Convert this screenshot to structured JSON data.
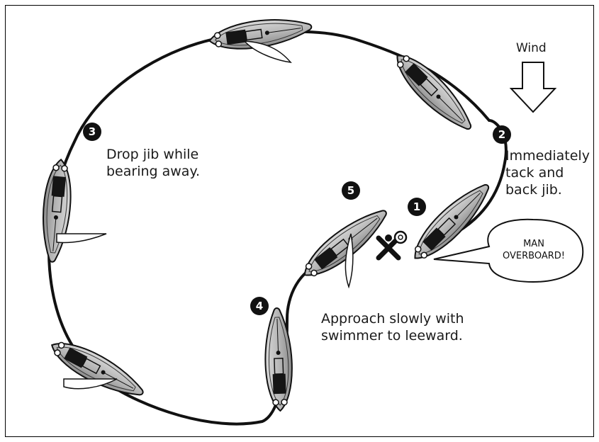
{
  "wind_label": "Wind",
  "steps": [
    {
      "number": "1",
      "text": ""
    },
    {
      "number": "2",
      "text": "Immediately\ntack and\nback jib."
    },
    {
      "number": "3",
      "text": "Drop jib while\nbearing away."
    },
    {
      "number": "4",
      "text": "Approach slowly with\nswimmer to leeward."
    },
    {
      "number": "5",
      "text": ""
    }
  ],
  "speech_bubble": "MAN\nOVERBOARD!",
  "colors": {
    "hull": "#bdbdbd",
    "hull_shadow": "#8a8a8a",
    "track": "#111111",
    "cockpit": "#151515",
    "sail": "#ffffff"
  },
  "icons": [
    "wind-arrow-icon",
    "life-ring-icon",
    "swimmer-icon",
    "boat-icon"
  ]
}
